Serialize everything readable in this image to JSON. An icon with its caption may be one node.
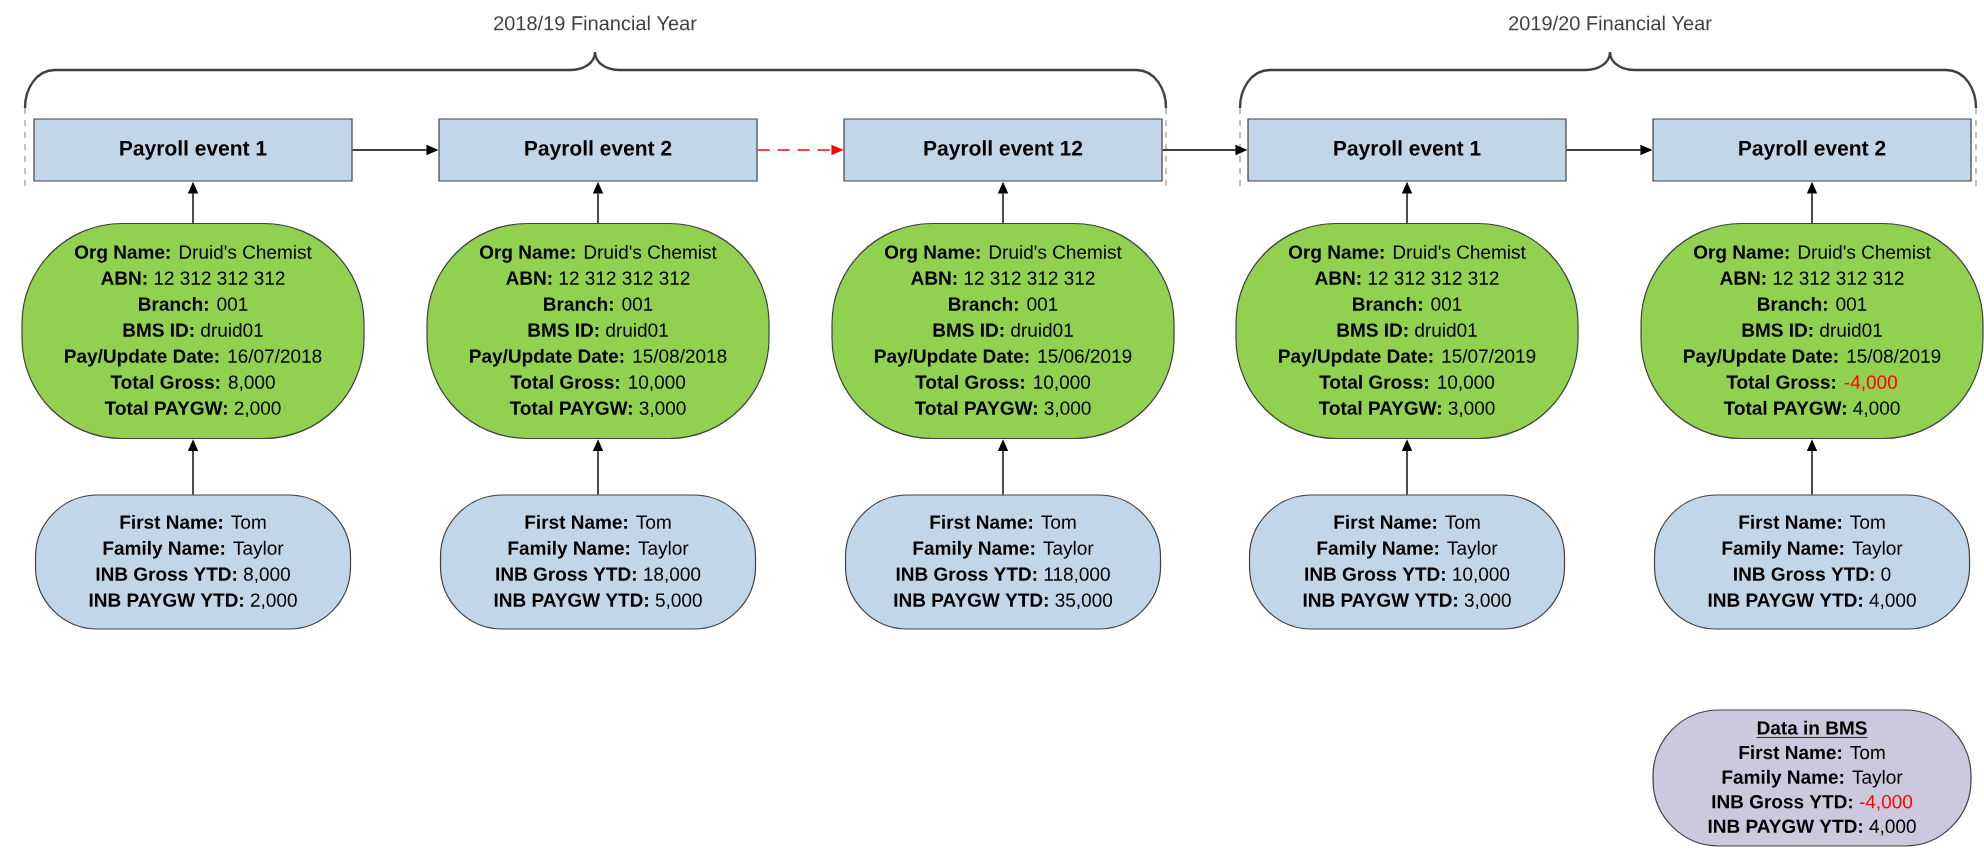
{
  "diagram": {
    "nodes": [
      {
        "text": [
          "Payroll event 1"
        ]
      },
      {
        "text": [
          "Payroll event 2"
        ]
      },
      {
        "text": [
          "Payroll event 12"
        ]
      },
      {
        "text": [
          "Payroll event 1"
        ]
      },
      {
        "text": [
          "Payroll event 2"
        ]
      },
      {
        "text": [
          "Org Name:",
          "Druid's Chemist",
          "ABN:",
          "12 312 312 312",
          "Branch:",
          "001",
          "BMS ID:",
          "druid01",
          "Pay/Update Date:",
          "16/07/2018",
          "Total Gross:",
          "8,000",
          "Total PAYGW:",
          "2,000"
        ]
      },
      {
        "text": [
          "Org Name:",
          "Druid's Chemist",
          "ABN:",
          "12 312 312 312",
          "Branch:",
          "001",
          "BMS ID:",
          "druid01",
          "Pay/Update Date:",
          "15/08/2018",
          "Total Gross:",
          "10,000",
          "Total PAYGW:",
          "3,000"
        ]
      },
      {
        "text": [
          "Org Name:",
          "Druid's Chemist",
          "ABN:",
          "12 312 312 312",
          "Branch:",
          "001",
          "BMS ID:",
          "druid01",
          "Pay/Update Date:",
          "15/06/2019",
          "Total Gross:",
          "10,000",
          "Total PAYGW:",
          "3,000"
        ]
      },
      {
        "text": [
          "Org Name:",
          "Druid's Chemist",
          "ABN:",
          "12 312 312 312",
          "Branch:",
          "001",
          "BMS ID:",
          "druid01",
          "Pay/Update Date:",
          "15/07/2019",
          "Total Gross:",
          "10,000",
          "Total PAYGW:",
          "3,000"
        ]
      },
      {
        "text": [
          "Org Name:",
          "Druid's Chemist",
          "ABN:",
          "12 312 312 312",
          "Branch:",
          "001",
          "BMS ID:",
          "druid01",
          "Pay/Update Date:",
          "15/08/2019",
          "Total Gross:",
          "-4,000",
          "Total PAYGW:",
          "4,000"
        ]
      },
      {
        "text": [
          "First Name:",
          "Tom",
          "Family Name:",
          "Taylor",
          "INB Gross YTD:",
          "8,000",
          "INB PAYGW YTD:",
          "2,000"
        ]
      },
      {
        "text": [
          "First Name:",
          "Tom",
          "Family Name:",
          "Taylor",
          "INB Gross YTD:",
          "18,000",
          "INB PAYGW YTD:",
          "5,000"
        ]
      },
      {
        "text": [
          "First Name:",
          "Tom",
          "Family Name:",
          "Taylor",
          "INB Gross YTD:",
          "118,000",
          "INB PAYGW YTD:",
          "35,000"
        ]
      },
      {
        "text": [
          "First Name:",
          "Tom",
          "Family Name:",
          "Taylor",
          "INB Gross YTD:",
          "10,000",
          "INB PAYGW YTD:",
          "3,000"
        ]
      },
      {
        "text": [
          "First Name:",
          "Tom",
          "Family Name:",
          "Taylor",
          "INB Gross YTD:",
          "0",
          "INB PAYGW YTD:",
          "4,000"
        ]
      },
      {
        "text": [
          "Data in BMS",
          "First Name:",
          "Tom",
          "Family Name:",
          "Taylor",
          "INB Gross YTD:",
          "-4,000",
          "INB PAYGW YTD:",
          "4,000"
        ]
      }
    ],
    "edges": [
      {
        "from": 0,
        "to": 1,
        "arrow": "to"
      },
      {
        "from": 1,
        "to": 2,
        "arrow": "to",
        "style": "dashed",
        "color": "#ff0000"
      },
      {
        "from": 2,
        "to": 3,
        "arrow": "to"
      },
      {
        "from": 3,
        "to": 4,
        "arrow": "to"
      },
      {
        "from": 5,
        "to": 0,
        "arrow": "to"
      },
      {
        "from": 6,
        "to": 1,
        "arrow": "to"
      },
      {
        "from": 7,
        "to": 2,
        "arrow": "to"
      },
      {
        "from": 8,
        "to": 3,
        "arrow": "to"
      },
      {
        "from": 9,
        "to": 4,
        "arrow": "to"
      },
      {
        "from": 10,
        "to": 5,
        "arrow": "to"
      },
      {
        "from": 11,
        "to": 6,
        "arrow": "to"
      },
      {
        "from": 12,
        "to": 7,
        "arrow": "to"
      },
      {
        "from": 13,
        "to": 8,
        "arrow": "to"
      },
      {
        "from": 14,
        "to": 9,
        "arrow": "to"
      }
    ],
    "labels": [
      "2018/19 Financial Year",
      "2019/20 Financial Year"
    ]
  }
}
